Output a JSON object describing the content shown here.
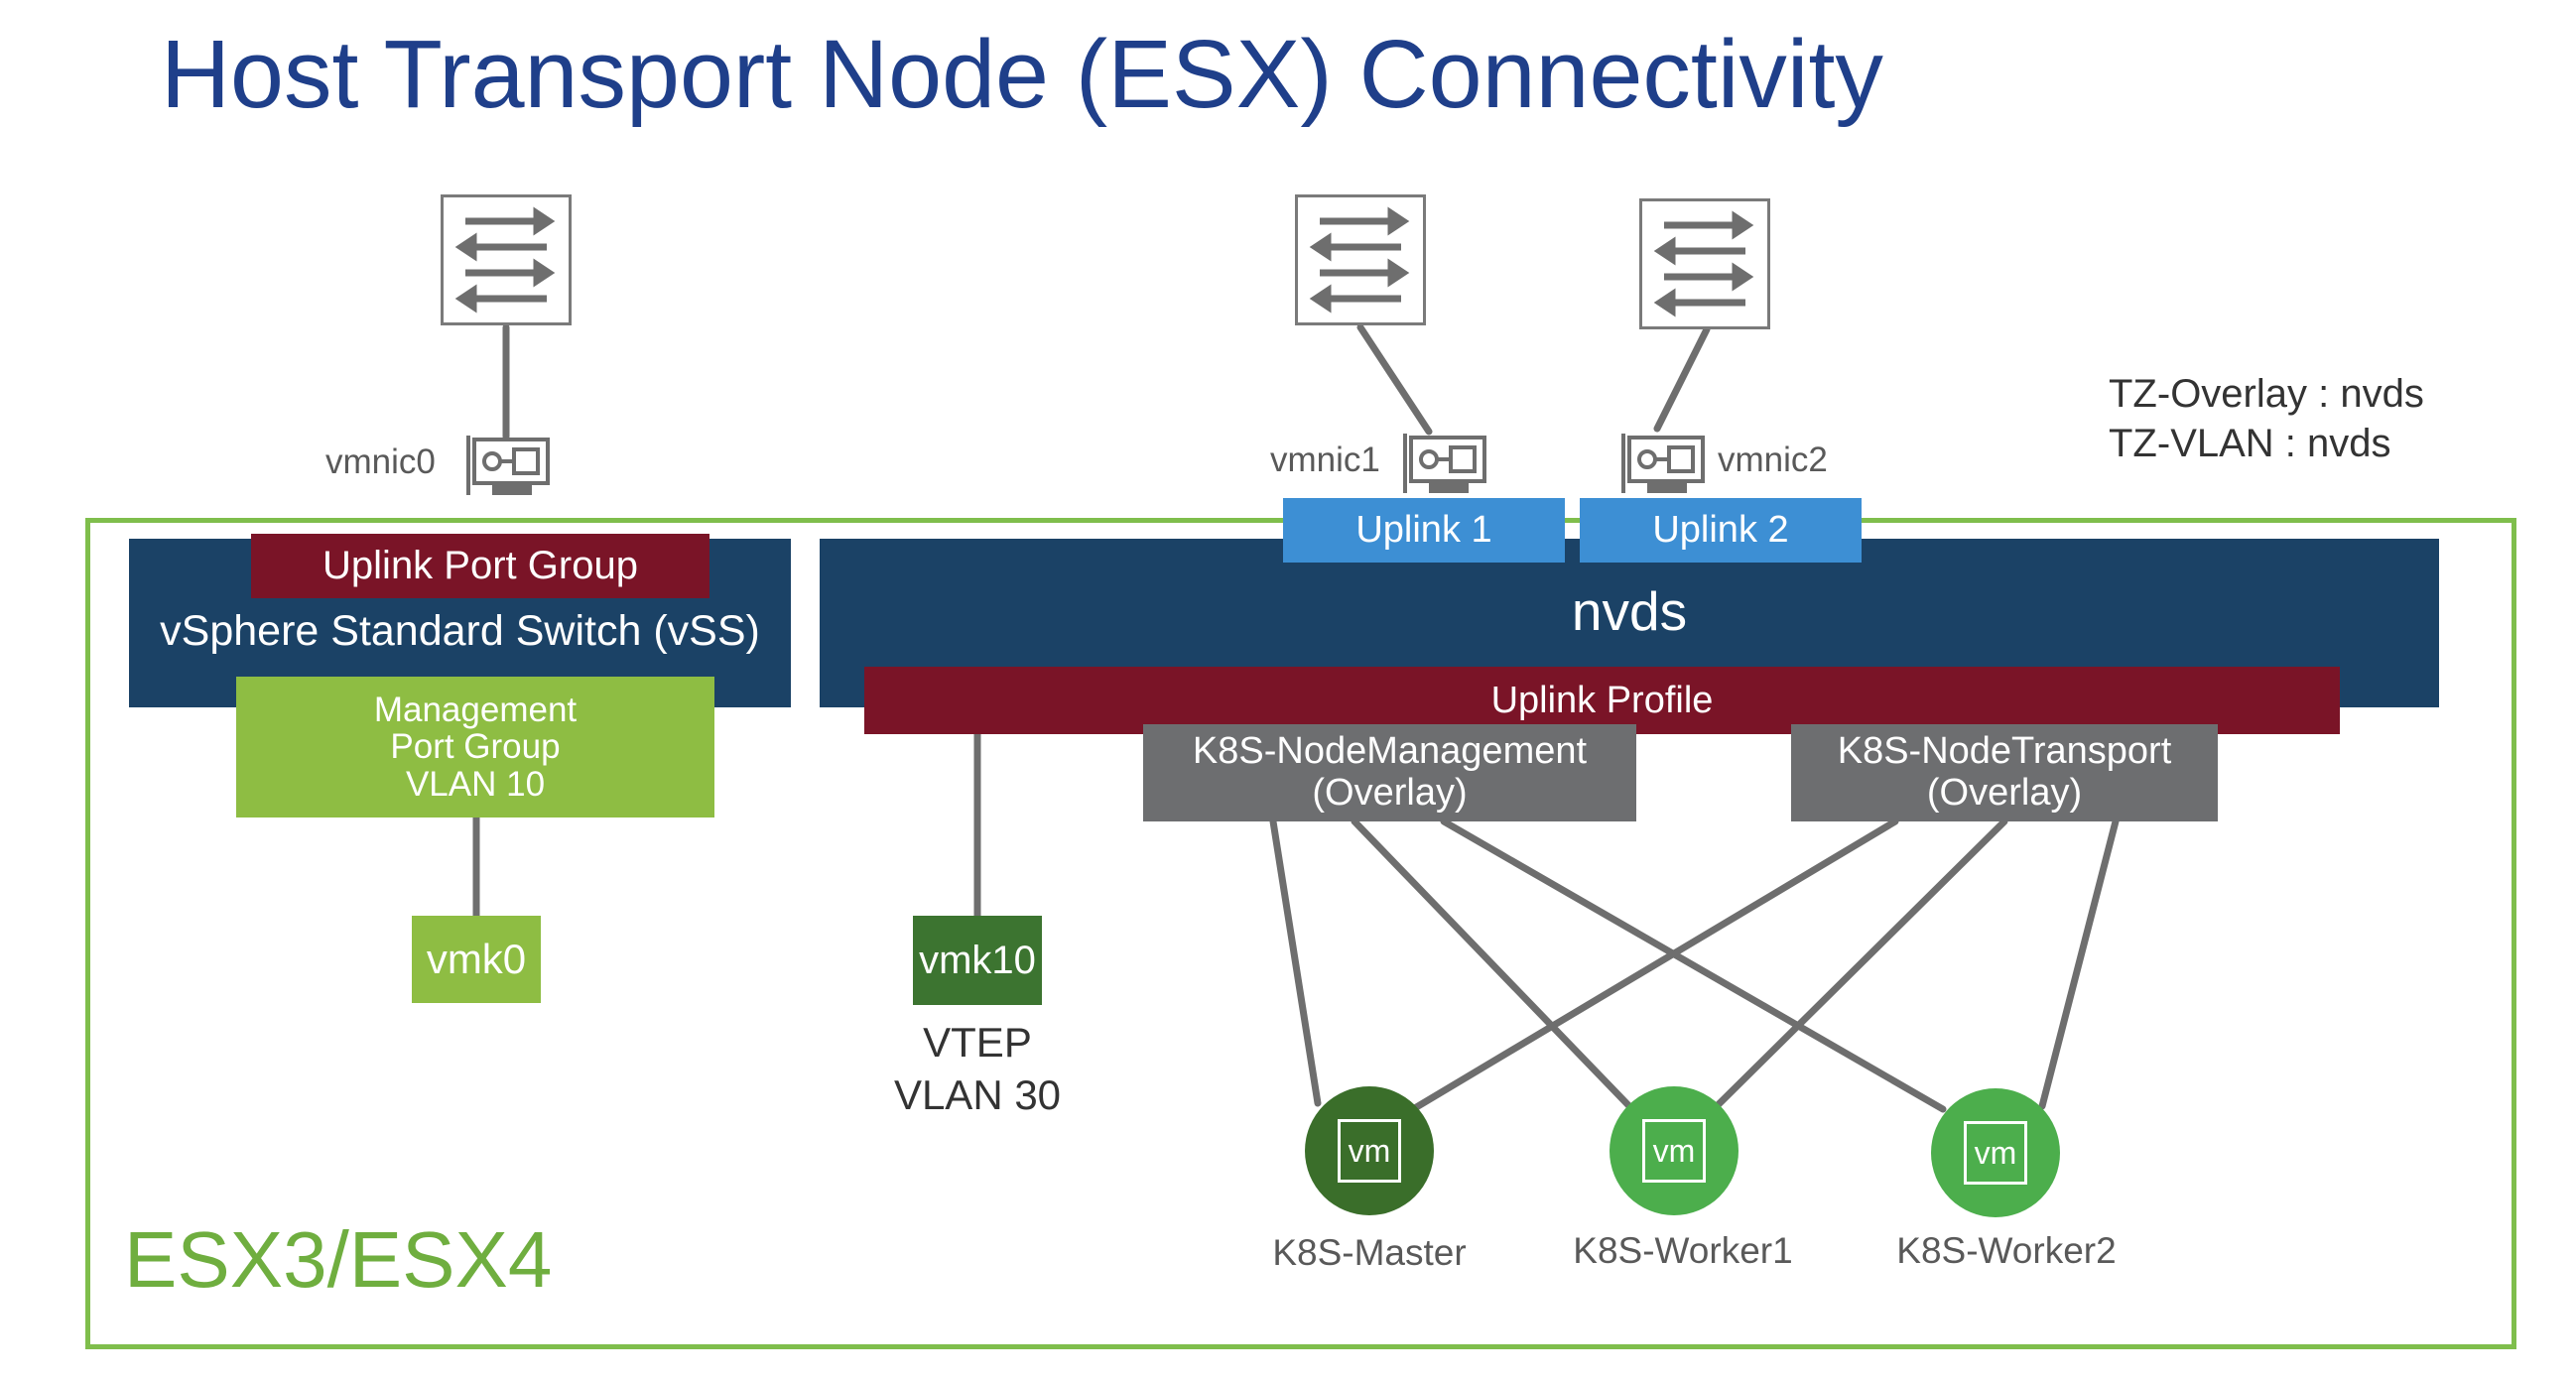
{
  "title": "Host Transport Node (ESX) Connectivity",
  "host_label": "ESX3/ESX4",
  "tz_legend": [
    "TZ-Overlay : nvds",
    "TZ-VLAN : nvds"
  ],
  "vss": {
    "uplink_port_group": "Uplink Port Group",
    "name": "vSphere Standard Switch (vSS)",
    "mgmt_port_group": [
      "Management",
      "Port Group",
      "VLAN 10"
    ],
    "vmk": "vmk0"
  },
  "nvds": {
    "name": "nvds",
    "uplinks": [
      "Uplink 1",
      "Uplink 2"
    ],
    "uplink_profile": "Uplink Profile",
    "segments": [
      {
        "name": "K8S-NodeManagement",
        "type": "(Overlay)"
      },
      {
        "name": "K8S-NodeTransport",
        "type": "(Overlay)"
      }
    ],
    "vmk": "vmk10",
    "vtep": [
      "VTEP",
      "VLAN 30"
    ]
  },
  "vmnics": [
    "vmnic0",
    "vmnic1",
    "vmnic2"
  ],
  "vms": [
    {
      "icon_text": "vm",
      "name": "K8S-Master",
      "color": "#3a6e2a"
    },
    {
      "icon_text": "vm",
      "name": "K8S-Worker1",
      "color": "#4cae4c"
    },
    {
      "icon_text": "vm",
      "name": "K8S-Worker2",
      "color": "#4cae4c"
    }
  ],
  "colors": {
    "title": "#1f3f8a",
    "host_border": "#7fbe4c",
    "switch_fill": "#1b4266",
    "port_group": "#7a1427",
    "uplink": "#3d8fd4",
    "segment": "#6d6e70",
    "mgmt_pg": "#8ebd43",
    "vmk10": "#3c7430"
  }
}
